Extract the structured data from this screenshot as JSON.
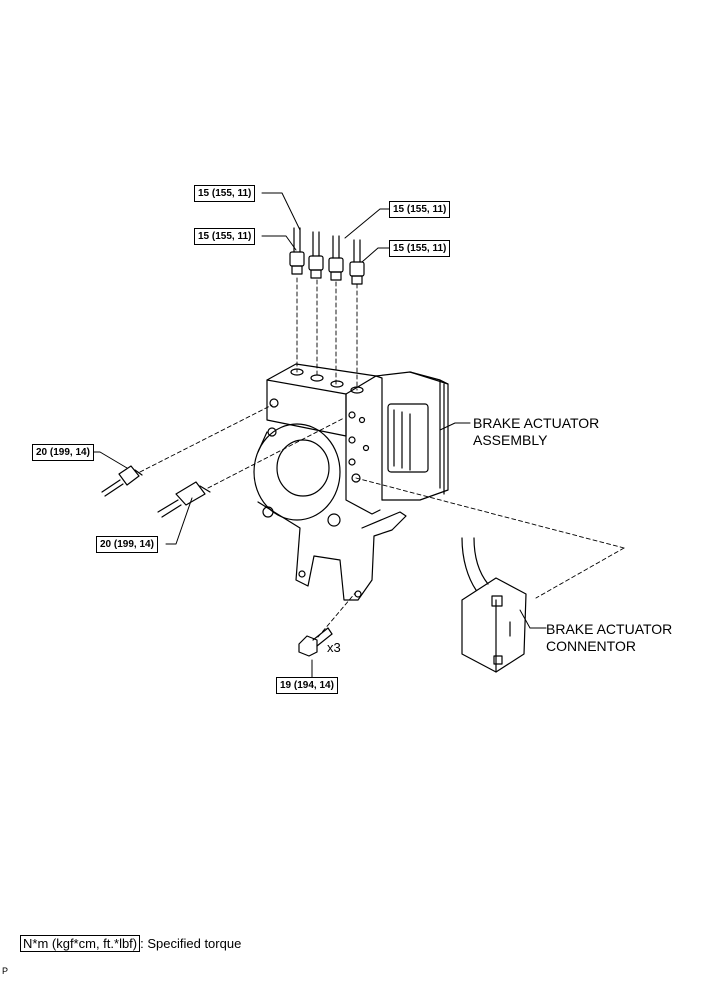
{
  "torque_labels": {
    "union_1": "15 (155, 11)",
    "union_2": "15 (155, 11)",
    "union_3": "15 (155, 11)",
    "union_4": "15 (155, 11)",
    "side_union_1": "20 (199, 14)",
    "side_union_2": "20 (199, 14)",
    "bracket_bolt": "19 (194, 14)"
  },
  "part_labels": {
    "actuator_assembly": "BRAKE ACTUATOR\nASSEMBLY",
    "actuator_connector": "BRAKE ACTUATOR\nCONNENTOR"
  },
  "bolt_quantity": "x3",
  "legend": {
    "unit": "N*m (kgf*cm, ft.*lbf)",
    "description": ": Specified torque"
  },
  "figure_code": "P",
  "colors": {
    "line": "#000000",
    "background": "#ffffff"
  }
}
